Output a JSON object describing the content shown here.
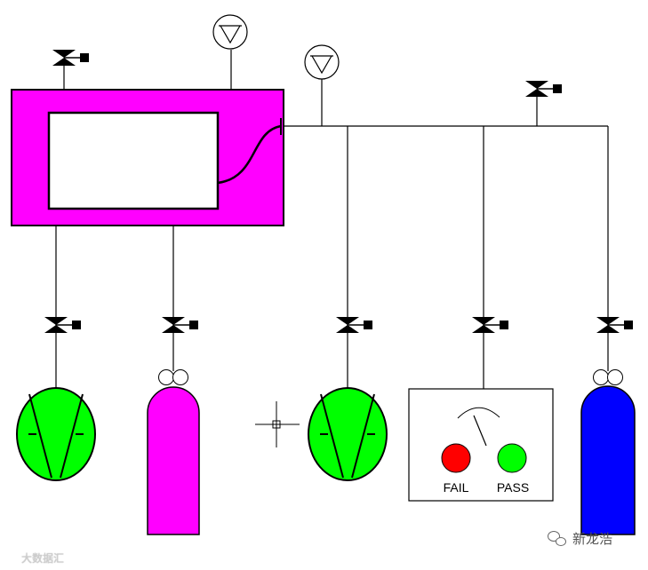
{
  "indicator": {
    "fail_label": "FAIL",
    "pass_label": "PASS",
    "fail_color": "#ff0000",
    "pass_color": "#00ff00"
  },
  "colors": {
    "chamber": "#ff00ff",
    "pump": "#00ff00",
    "cylinder_magenta": "#ff00ff",
    "cylinder_blue": "#0000ff",
    "line": "#000000"
  },
  "watermarks": {
    "left": "大数据汇",
    "right": "新龙浩"
  },
  "icons": {
    "valve": "valve-icon",
    "gauge": "pressure-gauge-icon",
    "pump": "vacuum-pump-icon",
    "cylinder": "gas-cylinder-icon",
    "crosshair": "crosshair-cursor-icon",
    "wechat": "wechat-icon"
  }
}
